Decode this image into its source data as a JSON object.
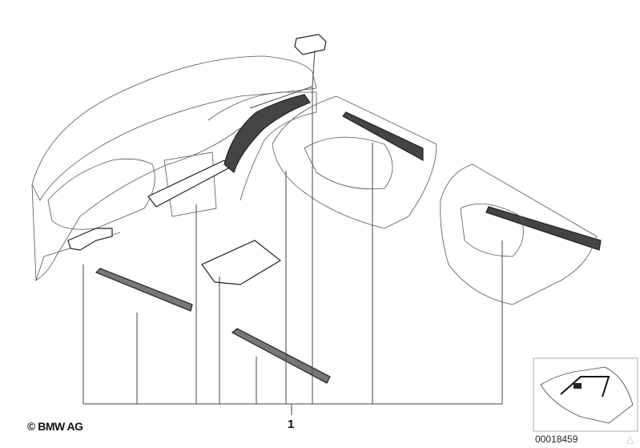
{
  "copyright": "© BMW AG",
  "position_labels": [
    "1"
  ],
  "diagram_id": "00018459",
  "icons": {
    "corner_mark": "triangle-icon"
  }
}
